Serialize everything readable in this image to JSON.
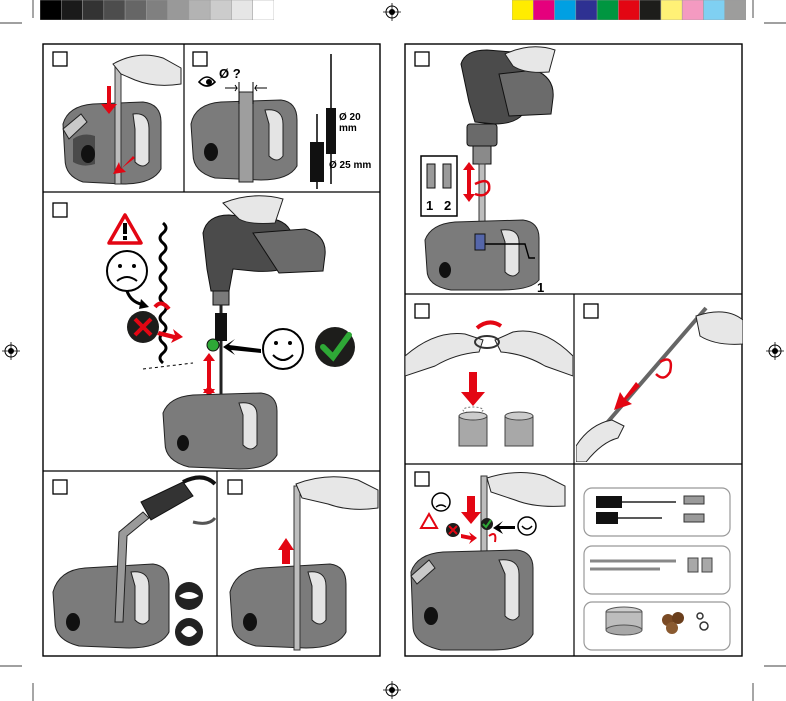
{
  "colors": {
    "grays": [
      "#000000",
      "#1a1a1a",
      "#333333",
      "#4d4d4d",
      "#666666",
      "#808080",
      "#999999",
      "#b3b3b3",
      "#cccccc",
      "#e6e6e6",
      "#ffffff"
    ],
    "process": [
      "#ffec00",
      "#e5007d",
      "#00a0e3",
      "#2e3192",
      "#009640",
      "#e30613",
      "#1d1d1b",
      "#fff176",
      "#f49ac1",
      "#7fd0f2",
      "#9d9d9c"
    ],
    "arrow_red": "#e30613",
    "check_green": "#2ea836"
  },
  "panel2": {
    "dia_question": "Ø ?",
    "dia_20": "Ø 20 mm",
    "dia_25": "Ø 25 mm"
  },
  "panel_drill": {
    "bit_1": "1",
    "bit_2": "2",
    "callout": "1"
  },
  "icons": {
    "warning": "warning-triangle-icon",
    "sad_face": "sad-face-icon",
    "happy_face": "happy-face-icon",
    "check": "check-icon",
    "cross": "cross-icon",
    "registration": "registration-mark-icon",
    "goggles": "safety-goggles-icon",
    "mask": "dust-mask-icon"
  }
}
